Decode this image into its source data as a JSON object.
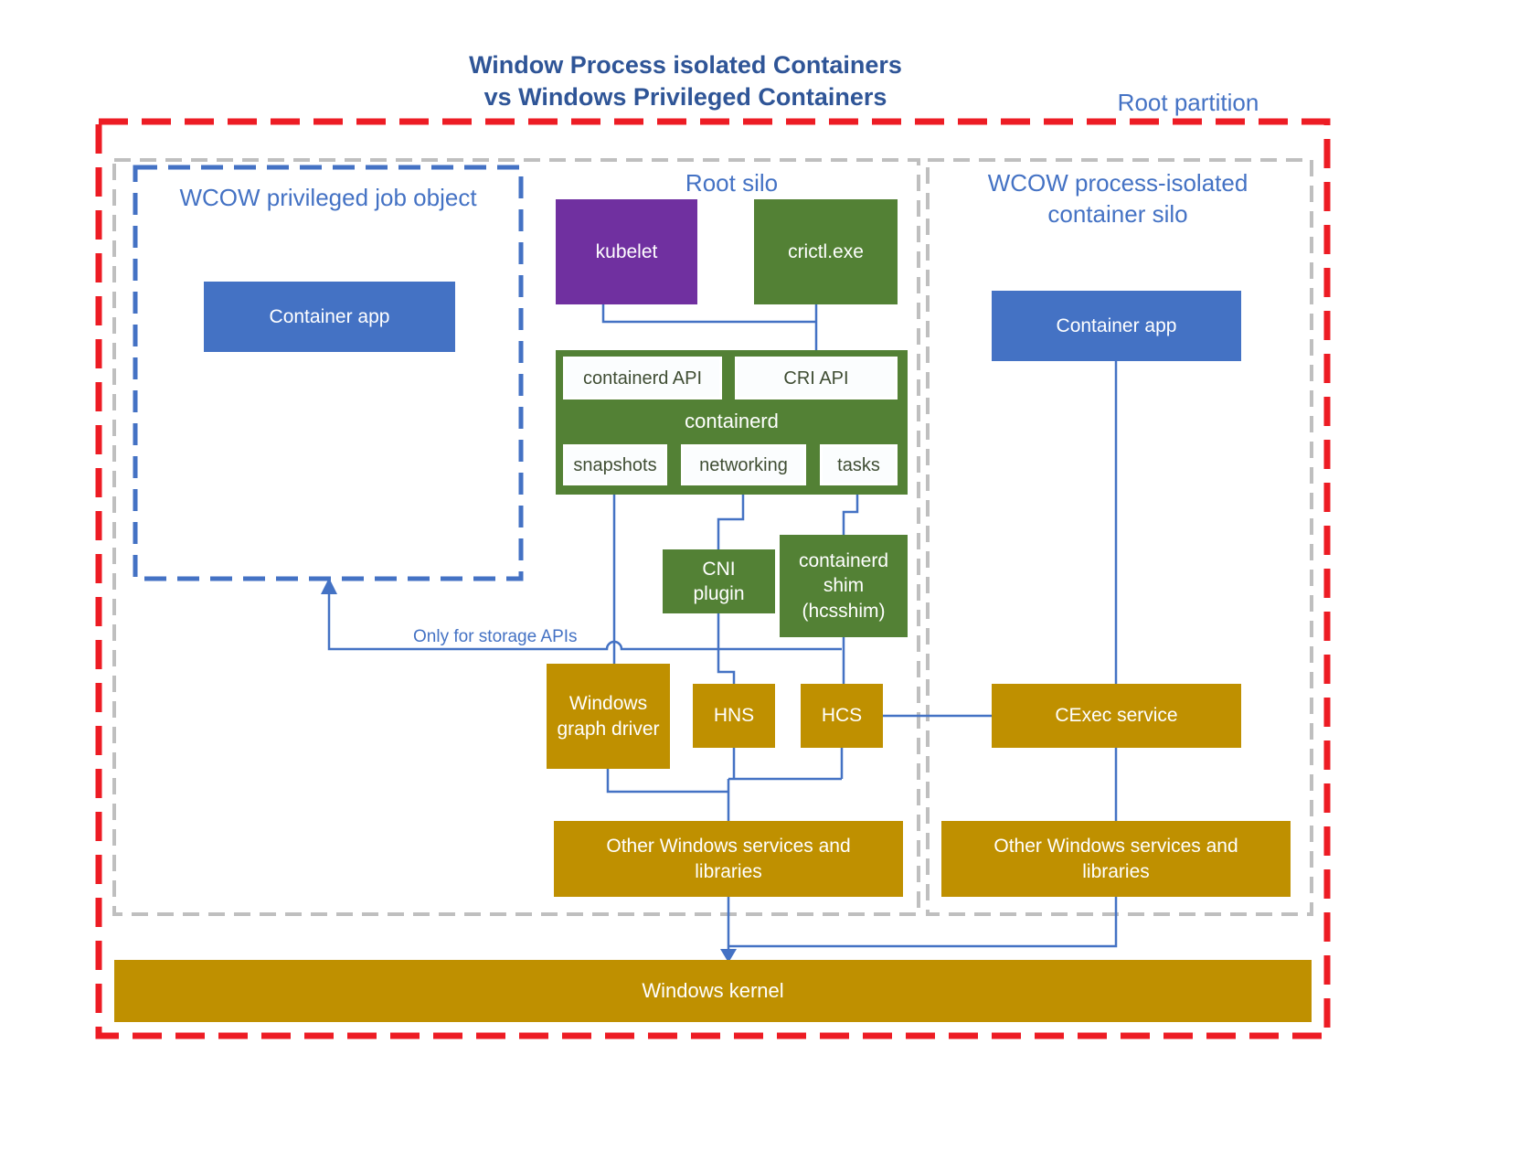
{
  "title": {
    "line1": "Window Process isolated Containers",
    "line2": "vs Windows Privileged Containers"
  },
  "labels": {
    "root_partition": "Root partition",
    "root_silo": "Root silo",
    "wcow_privileged_job_object": "WCOW privileged job object",
    "wcow_process_isolated_silo": "WCOW process-isolated container silo",
    "only_for_storage_apis": "Only for storage APIs"
  },
  "boxes": {
    "container_app_left": "Container app",
    "kubelet": "kubelet",
    "crictl": "crictl.exe",
    "containerd_api": "containerd API",
    "cri_api": "CRI API",
    "containerd": "containerd",
    "snapshots": "snapshots",
    "networking": "networking",
    "tasks": "tasks",
    "cni_plugin": "CNI plugin",
    "containerd_shim": "containerd shim (hcsshim)",
    "windows_graph_driver": "Windows graph driver",
    "hns": "HNS",
    "hcs": "HCS",
    "cexec_service": "CExec service",
    "container_app_right": "Container app",
    "other_windows_services_left": "Other Windows services and libraries",
    "other_windows_services_right": "Other Windows services and libraries",
    "windows_kernel": "Windows kernel"
  },
  "colors": {
    "title_blue": "#2f5597",
    "label_blue": "#4472c4",
    "box_blue": "#4472c4",
    "box_purple": "#7030a0",
    "box_green": "#538135",
    "box_gold": "#bf9000",
    "connector_blue": "#4472c4",
    "frame_red": "#ed1c24",
    "frame_gray": "#bfbfbf",
    "dashed_blue": "#4472c4"
  }
}
